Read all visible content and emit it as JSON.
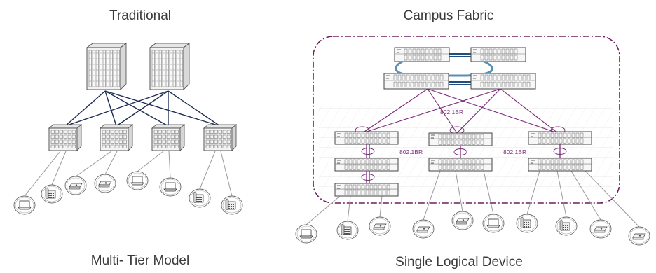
{
  "left_panel": {
    "title": "Traditional",
    "caption": "Multi- Tier Model"
  },
  "right_panel": {
    "title": "Campus Fabric",
    "caption": "Single Logical Device",
    "link_labels": [
      "802.1BR",
      "802.1BR",
      "802.1BR"
    ]
  },
  "colors": {
    "traditional_links": "#1f2d55",
    "fabric_links": "#7b2a78",
    "fabric_border": "#6b1f5e",
    "device_outline": "#555555",
    "endpoint_links": "#9a9a9a"
  }
}
